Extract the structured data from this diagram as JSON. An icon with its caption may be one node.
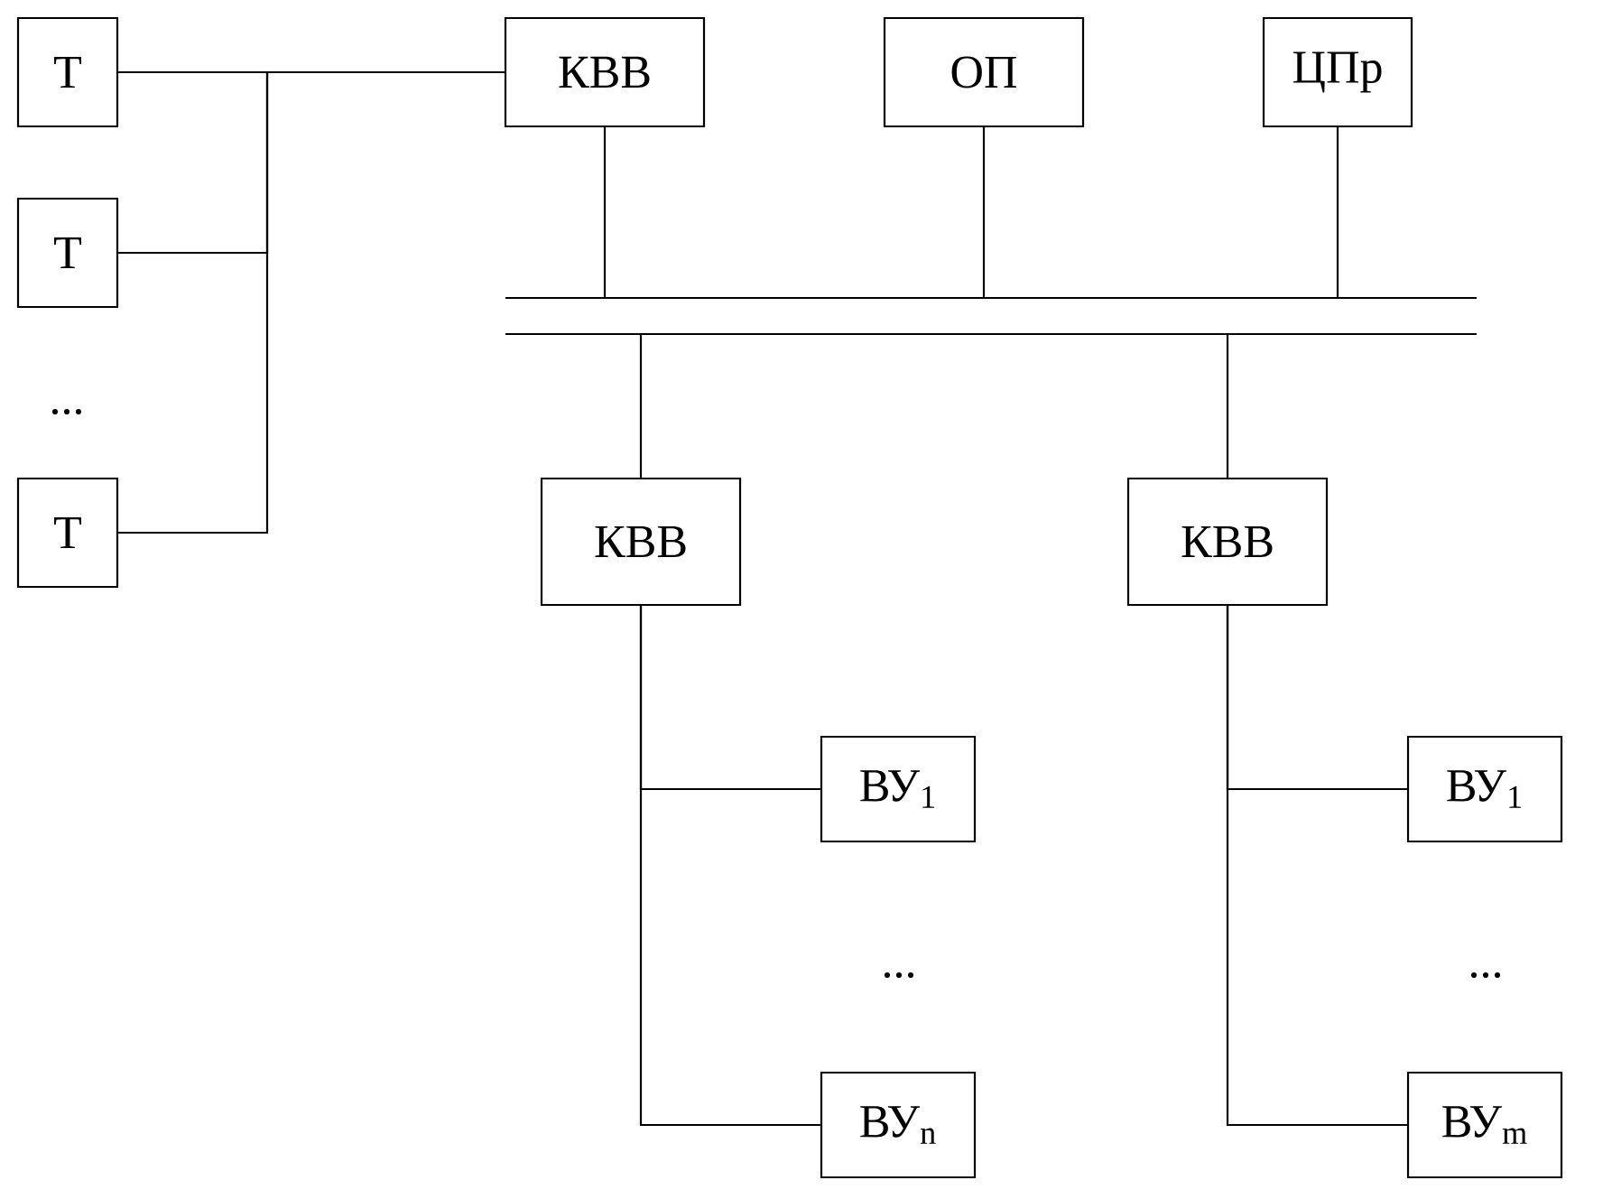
{
  "diagram": {
    "nodes": [
      {
        "text": [
          "Т"
        ]
      },
      {
        "text": [
          "Т"
        ]
      },
      {
        "text": [
          "Т"
        ]
      },
      {
        "text": [
          "КВВ"
        ]
      },
      {
        "text": [
          "ОП"
        ]
      },
      {
        "text": [
          "ЦПр"
        ]
      },
      {
        "text": [],
        "shape": "bar"
      },
      {
        "text": [
          "КВВ"
        ]
      },
      {
        "text": [
          "КВВ"
        ]
      },
      {
        "text": [
          "ВУ$_{1}$"
        ]
      },
      {
        "text": [
          "ВУ$_{n}$"
        ]
      },
      {
        "text": [
          "ВУ$_{1}$"
        ]
      },
      {
        "text": [
          "ВУ$_{m}$"
        ]
      }
    ],
    "edges": [
      {
        "from": 0,
        "to": 3,
        "arrow": "none"
      },
      {
        "from": 1,
        "to": 3,
        "arrow": "none"
      },
      {
        "from": 2,
        "to": 3,
        "arrow": "none"
      },
      {
        "from": 3,
        "to": 6,
        "arrow": "none"
      },
      {
        "from": 4,
        "to": 6,
        "arrow": "none"
      },
      {
        "from": 5,
        "to": 6,
        "arrow": "none"
      },
      {
        "from": 6,
        "to": 7,
        "arrow": "none"
      },
      {
        "from": 6,
        "to": 8,
        "arrow": "none"
      },
      {
        "from": 7,
        "to": 9,
        "arrow": "none"
      },
      {
        "from": 7,
        "to": 10,
        "arrow": "none"
      },
      {
        "from": 8,
        "to": 11,
        "arrow": "none"
      },
      {
        "from": 8,
        "to": 12,
        "arrow": "none"
      }
    ],
    "labels": [
      "...",
      "...",
      "..."
    ]
  }
}
